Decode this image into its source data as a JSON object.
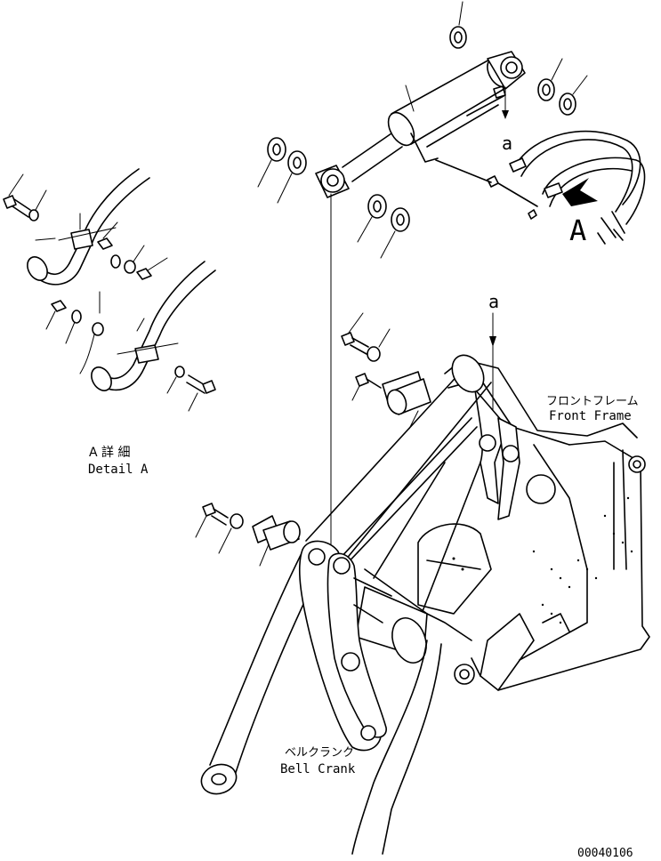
{
  "labels": {
    "a_upper": "a",
    "a_lower": "a",
    "view_A": "A",
    "front_frame_jp": "フロントフレーム",
    "front_frame_en": "Front Frame",
    "detail_jp": "A 詳 細",
    "detail_en": "Detail A",
    "bell_crank_jp": "ベルクランク",
    "bell_crank_en": "Bell Crank",
    "drawing_no": "00040106"
  }
}
